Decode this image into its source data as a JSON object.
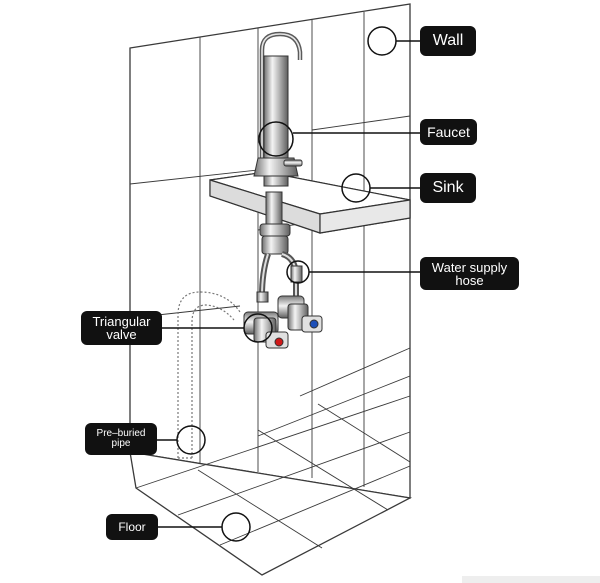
{
  "labels": {
    "wall": "Wall",
    "faucet": "Faucet",
    "sink": "Sink",
    "hose_line1": "Water supply",
    "hose_line2": "hose",
    "valve_line1": "Triangular",
    "valve_line2": "valve",
    "pipe_line1": "Pre–buried",
    "pipe_line2": "pipe",
    "floor": "Floor"
  },
  "colors": {
    "label_bg": "#111111",
    "label_text": "#ffffff",
    "outline": "#333333",
    "hot_handle": "#d01818",
    "cold_handle": "#1d4fb8",
    "chrome": "#9a9a9a"
  }
}
